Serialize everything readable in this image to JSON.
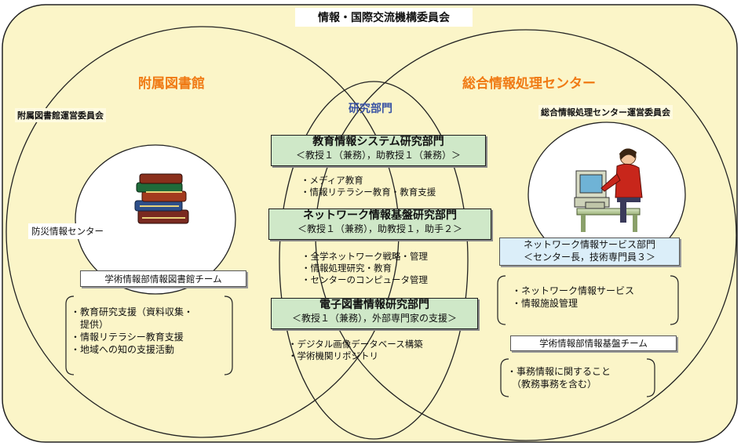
{
  "title": "情報・国際交流機構委員会",
  "left": {
    "title": "附属図書館",
    "committee": "附属図書館運営委員会",
    "disaster_center": "防災情報センター",
    "team": "学術情報部情報図書館チーム",
    "tasks": [
      "・教育研究支援（資料収集・",
      "　提供）",
      "・情報リテラシー教育支援",
      "・地域への知の支援活動"
    ]
  },
  "center": {
    "title": "研究部門",
    "departments": [
      {
        "name": "教育情報システム研究部門",
        "staff": "＜教授１（兼務），助教授１（兼務）＞",
        "tasks": [
          "・メディア教育",
          "・情報リテラシー教育・教育支援"
        ]
      },
      {
        "name": "ネットワーク情報基盤研究部門",
        "staff": "＜教授１（兼務），助教授１，助手２＞",
        "tasks": [
          "・全学ネットワーク戦略・管理",
          "・情報処理研究・教育",
          "・センターのコンピュータ管理"
        ]
      },
      {
        "name": "電子図書情報研究部門",
        "staff": "＜教授１（兼務），外部専門家の支援＞",
        "tasks": [
          "・デジタル画像データベース構築",
          "・学術機関リポジトリ"
        ]
      }
    ]
  },
  "right": {
    "title": "総合情報処理センター",
    "committee": "総合情報処理センター運営委員会",
    "service_dept": {
      "name": "ネットワーク情報サービス部門",
      "staff": "＜センター長，技術専門員３＞"
    },
    "service_tasks": [
      "・ネットワーク情報サービス",
      "・情報施設管理"
    ],
    "team": "学術情報部情報基盤チーム",
    "team_tasks": [
      "・事務情報に関すること",
      "　（教務事務を含む）"
    ]
  },
  "colors": {
    "outer_fill": "#fbf5c8",
    "title_orange": "#f07a14",
    "research_blue": "#3953a4",
    "dept_green": "#cfe8c8",
    "service_blue": "#dbeef9"
  },
  "icons": [
    "books-icon",
    "computer-user-icon"
  ]
}
